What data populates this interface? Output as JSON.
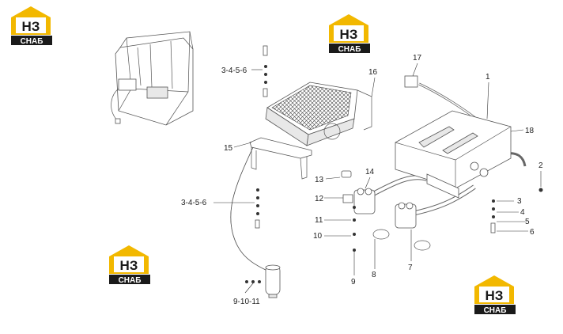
{
  "logo": {
    "top_text": "НЗ",
    "bottom_text": "СНАБ",
    "colors": {
      "yellow": "#f2b800",
      "black": "#1a1a1a",
      "white": "#ffffff"
    }
  },
  "callouts": {
    "c1": "1",
    "c2": "2",
    "c3": "3",
    "c4": "4",
    "c5": "5",
    "c6": "6",
    "c7": "7",
    "c8": "8",
    "c9": "9",
    "c10": "10",
    "c11": "11",
    "c12": "12",
    "c13": "13",
    "c14": "14",
    "c15": "15",
    "c16": "16",
    "c17": "17",
    "c18": "18",
    "c3456a": "3-4-5-6",
    "c3456b": "3-4-5-6",
    "c91011": "9-10-11"
  }
}
